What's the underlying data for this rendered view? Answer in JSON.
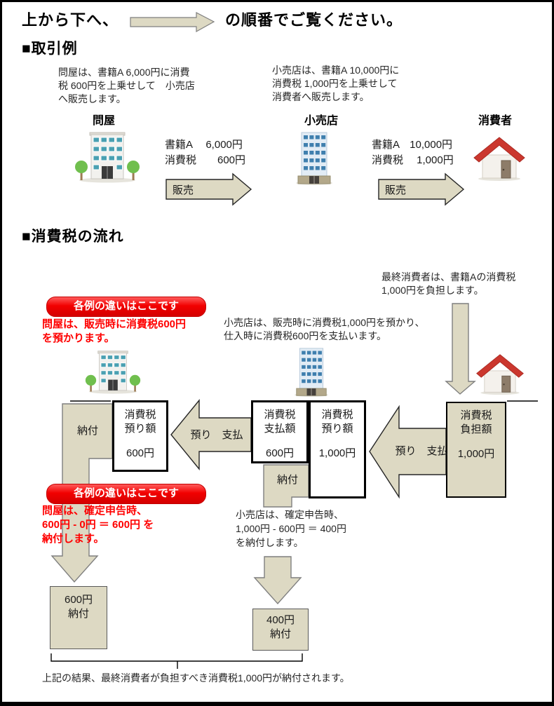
{
  "page": {
    "title_prefix": "上から下へ、",
    "title_suffix": "の順番でご覧ください。"
  },
  "section1": {
    "heading": "■取引例",
    "wholesaler_note": "問屋は、書籍A 6,000円に消費\n税 600円を上乗せして　小売店\nへ販売します。",
    "retailer_note": "小売店は、書籍A 10,000円に\n消費税 1,000円を上乗せして\n消費者へ販売します。",
    "wholesaler_label": "問屋",
    "retailer_label": "小売店",
    "consumer_label": "消費者",
    "wholesaler_price": "書籍A　 6,000円\n消費税　　600円",
    "retailer_price": "書籍A　10,000円\n消費税　 1,000円",
    "sell_label": "販売"
  },
  "section2": {
    "heading": "■消費税の流れ",
    "final_consumer_note": "最終消費者は、書籍Aの消費税\n1,000円を負担します。",
    "retailer_flow_note": "小売店は、販売時に消費税1,000円を預かり、\n仕入時に消費税600円を支払います。",
    "diff_badge_label": "各例の違いはここです",
    "wholesaler_diff_note1": "問屋は、販売時に消費税600円\nを預かります。",
    "wholesaler_diff_note2": "問屋は、確定申告時、\n600円 - 0円 ＝ 600円 を\n納付します。",
    "retailer_filing_note": "小売店は、確定申告時、\n1,000円 - 600円 ＝ 400円\nを納付します。",
    "kept_paid_label": "預り　支払",
    "nofu_label": "納付",
    "boxes": {
      "wholesaler_kept": {
        "title": "消費税\n預り額",
        "amount": "600円"
      },
      "retailer_paid": {
        "title": "消費税\n支払額",
        "amount": "600円"
      },
      "retailer_kept": {
        "title": "消費税\n預り額",
        "amount": "1,000円"
      },
      "consumer_burden": {
        "title": "消費税\n負担額",
        "amount": "1,000円"
      }
    },
    "payment_boxes": {
      "wholesaler": "600円\n納付",
      "retailer": "400円\n納付"
    },
    "footer": "上記の結果、最終消費者が負担すべき消費税1,000円が納付されます。"
  },
  "icons": {
    "wholesaler": "office-building-icon",
    "retailer": "tall-building-icon",
    "consumer": "red-roof-house-icon",
    "flow": "block-arrow-icon"
  },
  "colors": {
    "shape_fill": "#ddd9c3",
    "badge_red": "#f20000",
    "note_red": "#ff0000",
    "line_black": "#000000"
  }
}
